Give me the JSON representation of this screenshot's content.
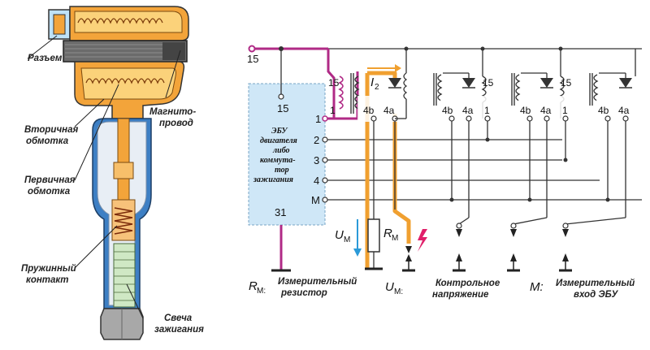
{
  "coil_labels": {
    "connector": "Разъем",
    "magnetic_core_1": "Магнито-",
    "magnetic_core_2": "провод",
    "secondary_1": "Вторичная",
    "secondary_2": "обмотка",
    "primary_1": "Первичная",
    "primary_2": "обмотка",
    "spring_1": "Пружинный",
    "spring_2": "контакт",
    "plug_1": "Свеча",
    "plug_2": "зажигания"
  },
  "ecu": {
    "line1": "ЭБУ",
    "line2": "двигателя",
    "line3": "либо",
    "line4": "коммута-",
    "line5": "тор",
    "line6": "зажигания",
    "pin15": "15",
    "pin1": "1",
    "pin2": "2",
    "pin3": "3",
    "pin4": "4",
    "pinM": "M",
    "pin31": "31"
  },
  "circuit": {
    "supply": "15",
    "coil_pin15": "15",
    "coil_pin1": "1",
    "pin_4b": "4b",
    "pin_4a": "4a",
    "current": "I",
    "current_sub": "2",
    "u": "U",
    "u_sub": "M",
    "r": "R",
    "r_sub": "M"
  },
  "legend": {
    "rm_symbol": "R",
    "rm_sub": "M:",
    "rm_text_1": "Измерительный",
    "rm_text_2": "резистор",
    "um_symbol": "U",
    "um_sub": "M:",
    "um_text_1": "Контрольное",
    "um_text_2": "напряжение",
    "m_symbol": "M:",
    "m_text_1": "Измерительный",
    "m_text_2": "вход ЭБУ"
  },
  "colors": {
    "ecu_fill": "#cfe7f7",
    "magenta_wire": "#b02a86",
    "orange_path": "#f0a030",
    "coil_orange": "#f3a43a",
    "coil_blue": "#3d7fc4",
    "spark": "#e0206a",
    "arrow_blue": "#2b9ad8"
  }
}
